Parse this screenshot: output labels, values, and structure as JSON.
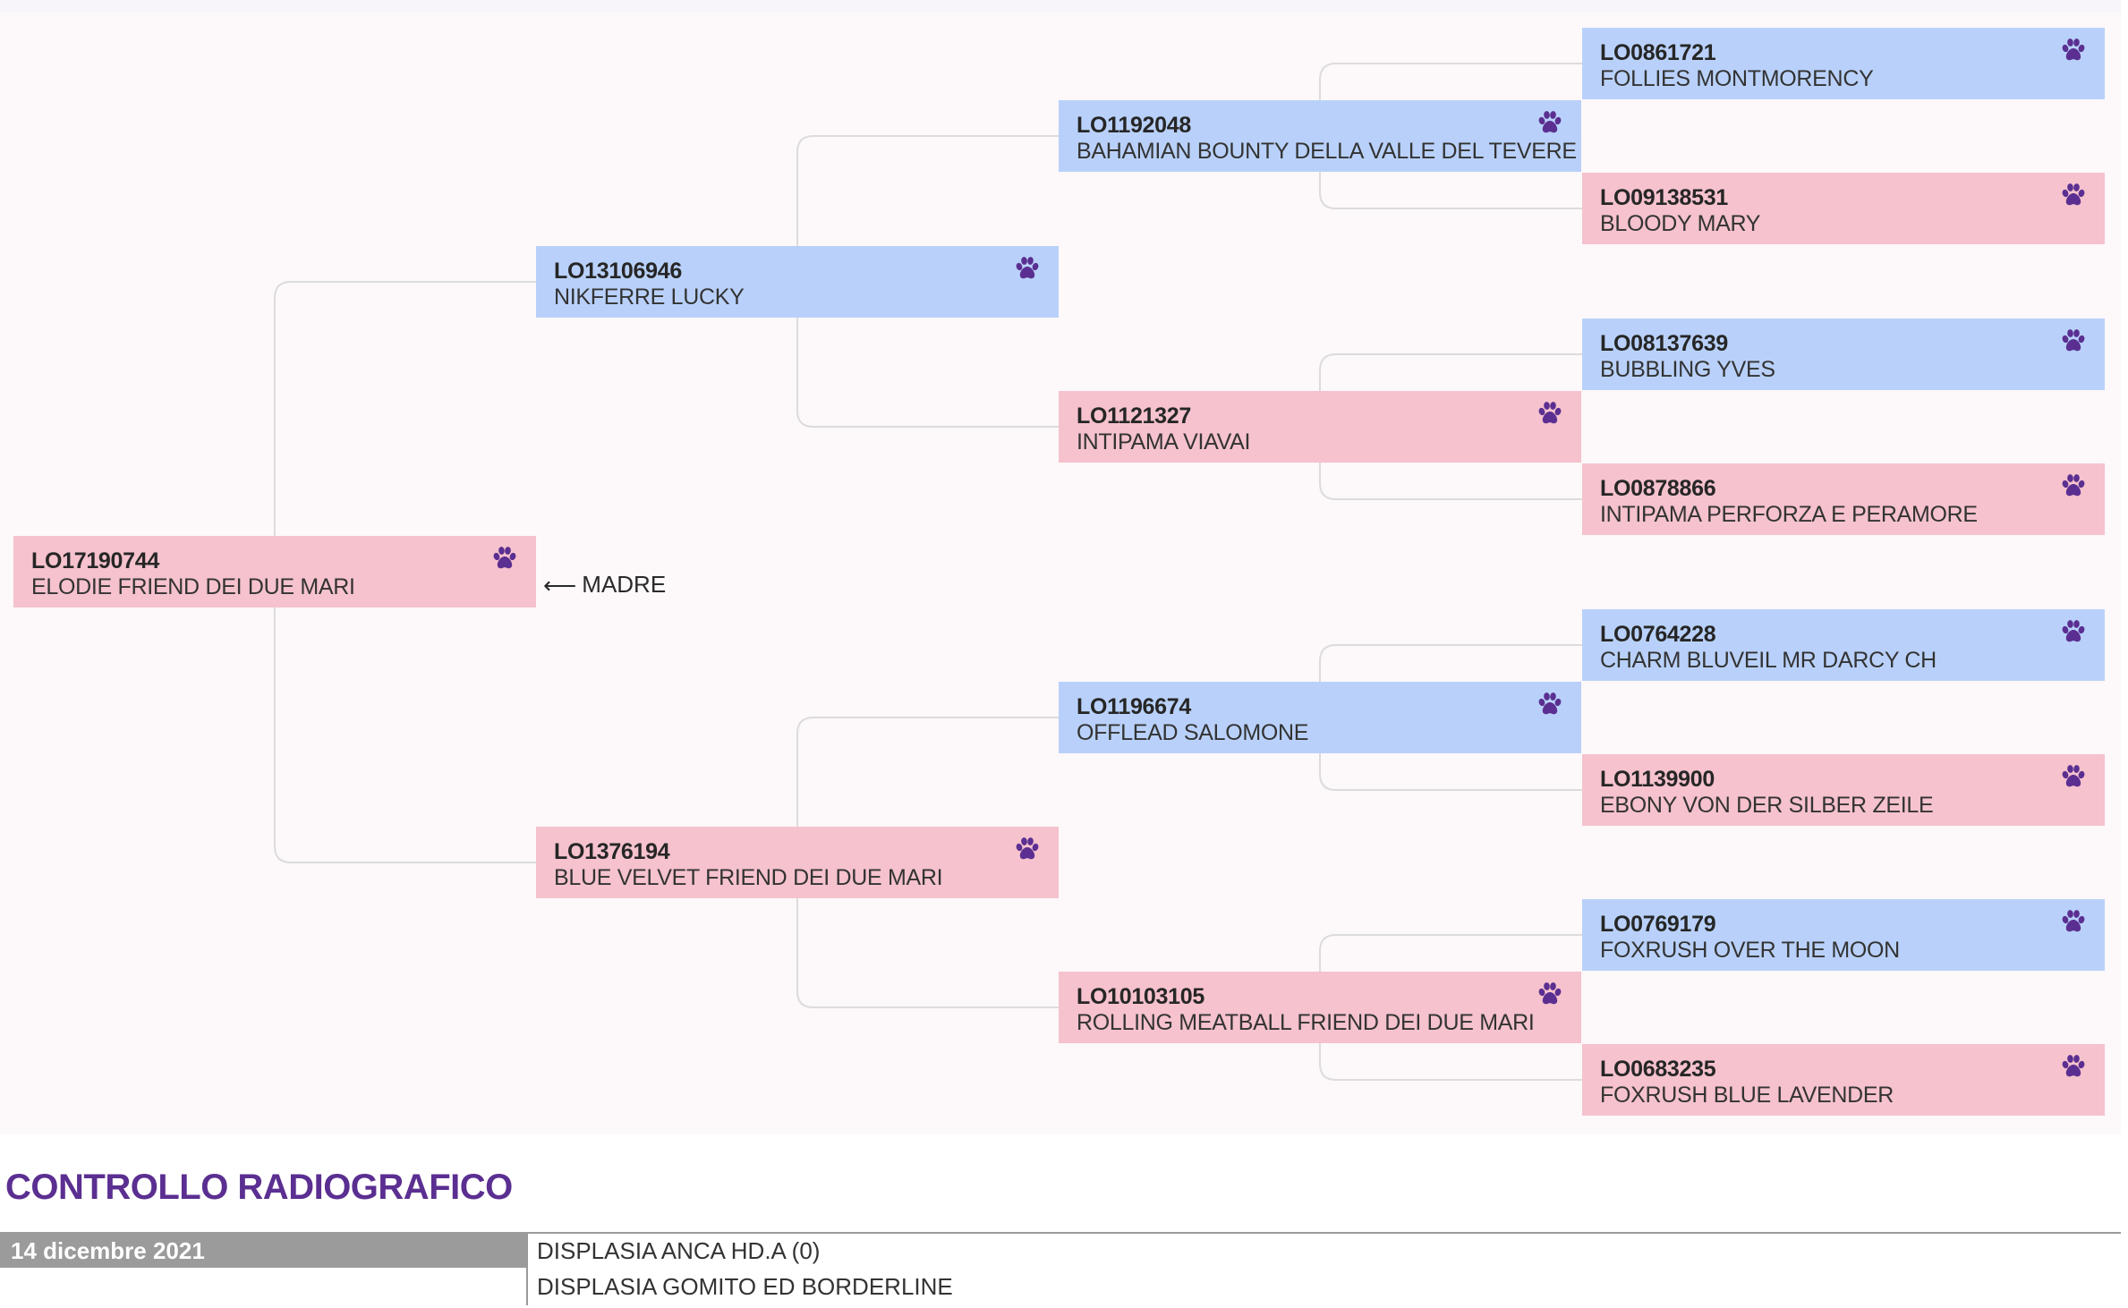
{
  "pedigree": {
    "dogs": [
      {
        "id": "LO17190744",
        "name": "ELODIE FRIEND DEI DUE MARI",
        "sex": "female"
      },
      {
        "id": "LO13106946",
        "name": "NIKFERRE LUCKY",
        "sex": "male"
      },
      {
        "id": "LO1376194",
        "name": "BLUE VELVET FRIEND DEI DUE MARI",
        "sex": "female"
      },
      {
        "id": "LO1192048",
        "name": "BAHAMIAN BOUNTY DELLA VALLE DEL TEVERE",
        "sex": "male"
      },
      {
        "id": "LO1121327",
        "name": "INTIPAMA VIAVAI",
        "sex": "female"
      },
      {
        "id": "LO1196674",
        "name": "OFFLEAD SALOMONE",
        "sex": "male"
      },
      {
        "id": "LO10103105",
        "name": "ROLLING MEATBALL FRIEND DEI DUE MARI",
        "sex": "female"
      },
      {
        "id": "LO0861721",
        "name": "FOLLIES MONTMORENCY",
        "sex": "male"
      },
      {
        "id": "LO09138531",
        "name": "BLOODY MARY",
        "sex": "female"
      },
      {
        "id": "LO08137639",
        "name": "BUBBLING YVES",
        "sex": "male"
      },
      {
        "id": "LO0878866",
        "name": "INTIPAMA PERFORZA E PERAMORE",
        "sex": "female"
      },
      {
        "id": "LO0764228",
        "name": "CHARM BLUVEIL MR DARCY CH",
        "sex": "male"
      },
      {
        "id": "LO1139900",
        "name": "EBONY VON DER SILBER ZEILE",
        "sex": "female"
      },
      {
        "id": "LO0769179",
        "name": "FOXRUSH OVER THE MOON",
        "sex": "male"
      },
      {
        "id": "LO0683235",
        "name": "FOXRUSH BLUE LAVENDER",
        "sex": "female"
      }
    ],
    "madre_label": "MADRE",
    "madre_arrow": "⟵",
    "colors": {
      "male": "#b9d1fa",
      "female": "#f5c2cd",
      "paw": "#5b2f91",
      "connector": "#dcdcdc"
    },
    "icon": "paw-print-icon"
  },
  "xray": {
    "title": "CONTROLLO RADIOGRAFICO",
    "date": "14 dicembre 2021",
    "results": [
      "DISPLASIA ANCA HD.A (0)",
      "DISPLASIA GOMITO ED BORDERLINE"
    ]
  }
}
